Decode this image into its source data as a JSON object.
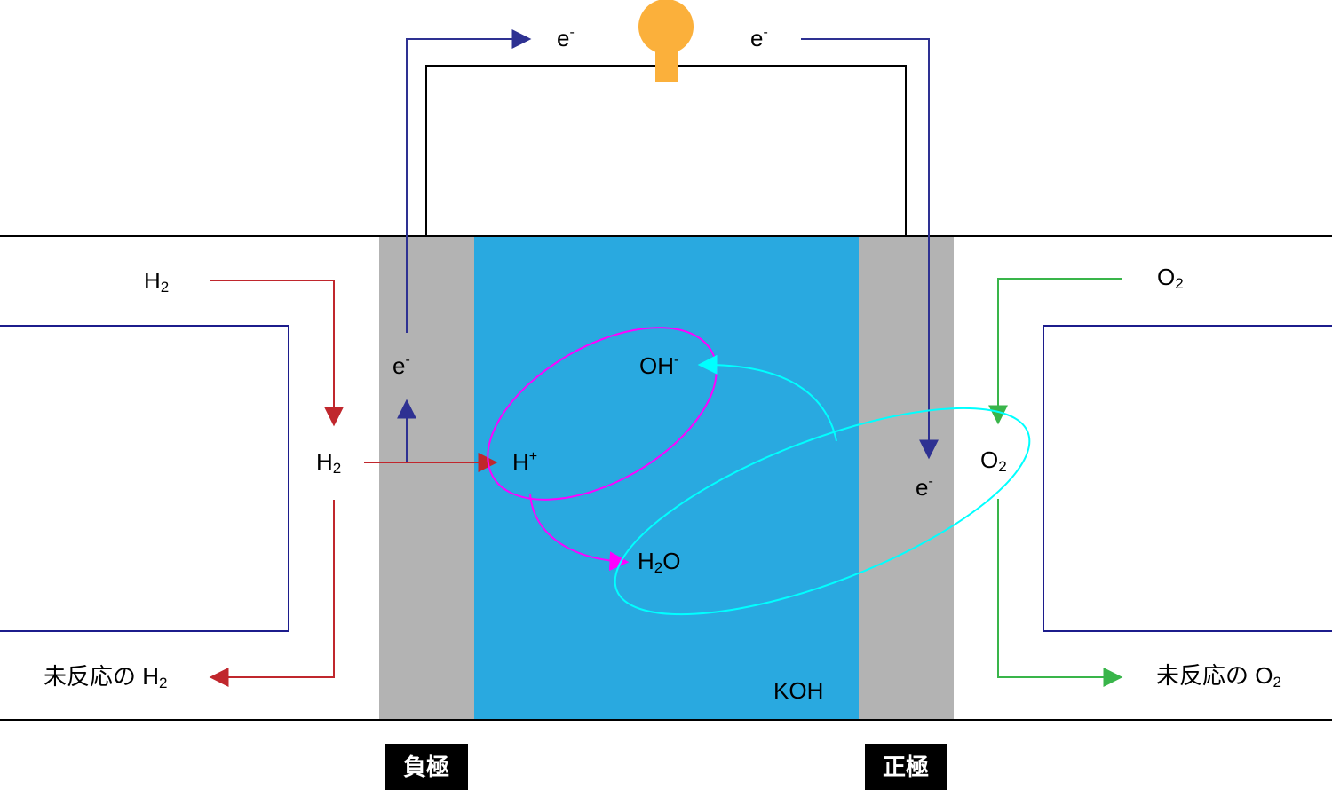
{
  "colors": {
    "electrode": "#b3b3b3",
    "electrolyte": "#29a9e0",
    "wire": "#000000",
    "electron_arrow": "#1c1c8c",
    "hydrogen_arrow": "#c0272d",
    "oxygen_arrow": "#39b54a",
    "magenta": "#ff00ff",
    "cyan": "#00ffff",
    "bulb": "#fbb03b",
    "chamber_outline": "#1c1c8c",
    "label_box": "#000000"
  },
  "icons": {
    "bulb": "light-bulb-icon"
  },
  "labels": {
    "e_top_left": {
      "base": "e",
      "sup": "-"
    },
    "e_top_right": {
      "base": "e",
      "sup": "-"
    },
    "e_anode": {
      "base": "e",
      "sup": "-"
    },
    "e_cathode": {
      "base": "e",
      "sup": "-"
    },
    "h2_in": {
      "base": "H",
      "sub": "2"
    },
    "h2_mid": {
      "base": "H",
      "sub": "2"
    },
    "h2_out": {
      "prefix": "未反応の ",
      "base": "H",
      "sub": "2"
    },
    "o2_in": {
      "base": "O",
      "sub": "2"
    },
    "o2_mid": {
      "base": "O",
      "sub": "2"
    },
    "o2_out": {
      "prefix": "未反応の ",
      "base": "O",
      "sub": "2"
    },
    "h_plus": {
      "base": "H",
      "sup": "+"
    },
    "oh_minus": {
      "base": "OH",
      "sup": "-"
    },
    "water": {
      "base": "H",
      "sub": "2",
      "tail": "O"
    },
    "electrolyte": "KOH",
    "anode": "負極",
    "cathode": "正極"
  }
}
